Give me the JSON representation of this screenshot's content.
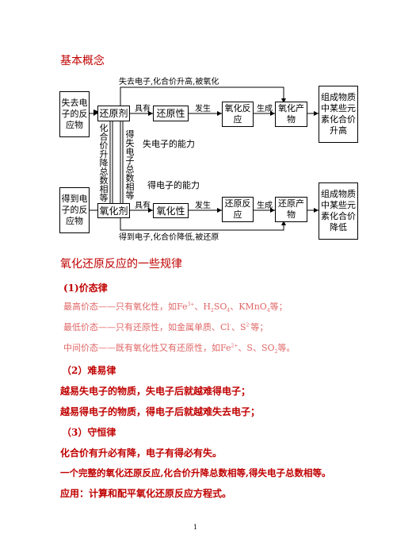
{
  "title": "基本概念",
  "diagram": {
    "top_edge_label": "失去电子,化合价升高,被氧化",
    "bottom_edge_label": "得到电子,化合价降低,被还原",
    "box_lose_electrons": "失去电子的反应物",
    "box_gain_electrons": "得到电子的反应物",
    "reducing_agent": "还原剂",
    "reducibility": "还原性",
    "oxidation_reaction": "氧化反应",
    "oxidation_product": "氧化产物",
    "element_rise": "组成物质中某些元素化合价升高",
    "oxidizing_agent": "氧化剂",
    "oxidizability": "氧化性",
    "reduction_reaction": "还原反应",
    "reduction_product": "还原产物",
    "element_fall": "组成物质中某些元素化合价降低",
    "has_top": "具有",
    "has_bottom": "具有",
    "occurs_top": "发生",
    "occurs_bottom": "发生",
    "generate_top": "生成",
    "generate_bottom": "生成",
    "vertical_left": "化合价升降总数相等",
    "vertical_right": "得失电子总数相等",
    "lose_ability": "失电子的能力",
    "gain_ability": "得电子的能力"
  },
  "section_title": "氧化还原反应的一些规律",
  "rules": {
    "valence_head": "(1)价态律",
    "valence_high_a": "最高价态——只有氧化性，如Fe",
    "valence_high_sup": "3+",
    "valence_high_b": "、H",
    "valence_high_sub1": "2",
    "valence_high_c": "SO",
    "valence_high_sub2": "4",
    "valence_high_d": "、KMnO",
    "valence_high_sub3": "4",
    "valence_high_e": "等；",
    "valence_low_a": "最低价态——只有还原性，如金属单质、Cl",
    "valence_low_sup1": "-",
    "valence_low_b": "、S",
    "valence_low_sup2": "2-",
    "valence_low_c": "等；",
    "valence_mid_a": "中间价态——既有氧化性又有还原性，如Fe",
    "valence_mid_sup": "2+",
    "valence_mid_b": "、S、SO",
    "valence_mid_sub": "2",
    "valence_mid_c": "等。",
    "ease_head": "（2）难易律",
    "ease_line1": "越易失电子的物质，失电子后就越难得电子；",
    "ease_line2": "越易得电子的物质，得电子后就越难失去电子；",
    "conserve_head": "（3）守恒律",
    "conserve_line1": "化合价有升必有降，电子有得必有失。",
    "conserve_line2": "一个完整的氧化还原反应,化合价升降总数相等,得失电子总数相等。",
    "conserve_line3": "应用：计算和配平氧化还原反应方程式。"
  },
  "page_number": "1"
}
